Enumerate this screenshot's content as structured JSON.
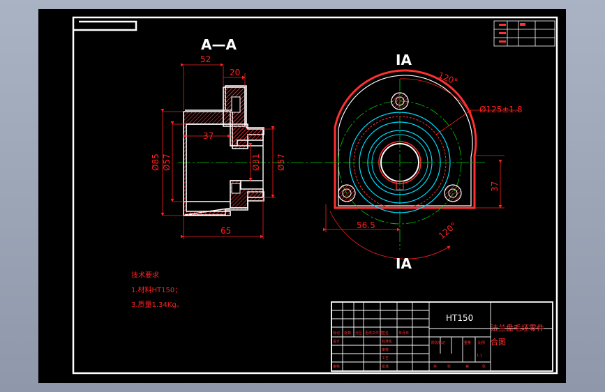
{
  "views": {
    "section_title": "A—A",
    "section_mark_top": "IA",
    "section_mark_bottom": "IA"
  },
  "dimensions": {
    "d52": "52",
    "d20": "20",
    "d37": "37",
    "d85": "Ø85",
    "d57_left": "Ø57",
    "d31": "Ø31",
    "d57_right": "Ø57",
    "d65": "65",
    "angle_top": "120°",
    "bolt_circle": "Ø125±1.8",
    "right_37": "37",
    "d56_5": "56.5",
    "angle_bottom": "120°"
  },
  "requirements": {
    "title": "技术要求",
    "line1": "1.材料HT150；",
    "line2": "3.质量1.34Kg。"
  },
  "title_block": {
    "material": "HT150",
    "part_name": "法兰盘毛坯零件",
    "drawing_type": "合图",
    "scale": "1:1",
    "labels": [
      "标记",
      "处数",
      "分区",
      "更改文件号",
      "签名",
      "年月日",
      "设计",
      "标准化",
      "审核",
      "工艺",
      "批准",
      "阶段标记",
      "重量",
      "比例",
      "共",
      "张",
      "第",
      "张"
    ]
  },
  "colors": {
    "background": "#000000",
    "frame": "#ffffff",
    "dimension": "#ff2020",
    "centerline": "#00cc00",
    "bore": "#00e0ff",
    "outline": "#ffffff"
  }
}
